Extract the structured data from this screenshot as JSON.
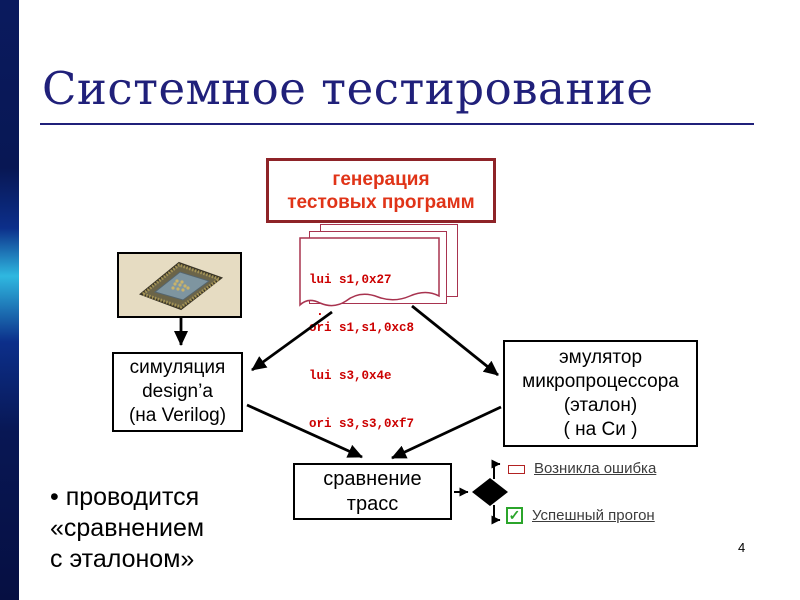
{
  "slide": {
    "title": "Системное тестирование",
    "page_number": "4",
    "bullet_lines": [
      "• проводится",
      "«сравнением",
      "с эталоном»"
    ]
  },
  "diagram": {
    "generation_box": {
      "line1": "генерация",
      "line2": "тестовых программ"
    },
    "code_listing": {
      "lines": [
        "lui s1,0x27",
        "ori s1,s1,0xc8",
        "lui s3,0x4e",
        "ori s3,s3,0xf7"
      ],
      "ellipsis": "."
    },
    "simulation_box": {
      "line1": "симуляция",
      "line2": "design’a",
      "line3": "(на Verilog)"
    },
    "emulator_box": {
      "line1": "эмулятор",
      "line2": "микропроцессора",
      "line3": "(эталон)",
      "line4": "( на Си )"
    },
    "comparison_box": {
      "line1": "сравнение",
      "line2": "трасс"
    },
    "outcomes": {
      "error": {
        "label": "Возникла ошибка",
        "icon": "unchecked-red-box-icon",
        "check_mark": ""
      },
      "success": {
        "label": "Успешный прогон",
        "icon": "green-checked-box-icon",
        "check_mark": "✓"
      }
    },
    "chip_image": "microprocessor-chip-photo"
  },
  "colors": {
    "title_navy": "#20207a",
    "generation_border_dark_red": "#8e2328",
    "generation_text_red": "#e03418",
    "code_red": "#cc0000",
    "document_border_crimson": "#a8334f",
    "success_green": "#2ba52b",
    "error_red": "#b22222",
    "sidebar_navy": "#0a1a5e",
    "sidebar_cyan": "#2fb8e0",
    "box_border_black": "#000000"
  }
}
